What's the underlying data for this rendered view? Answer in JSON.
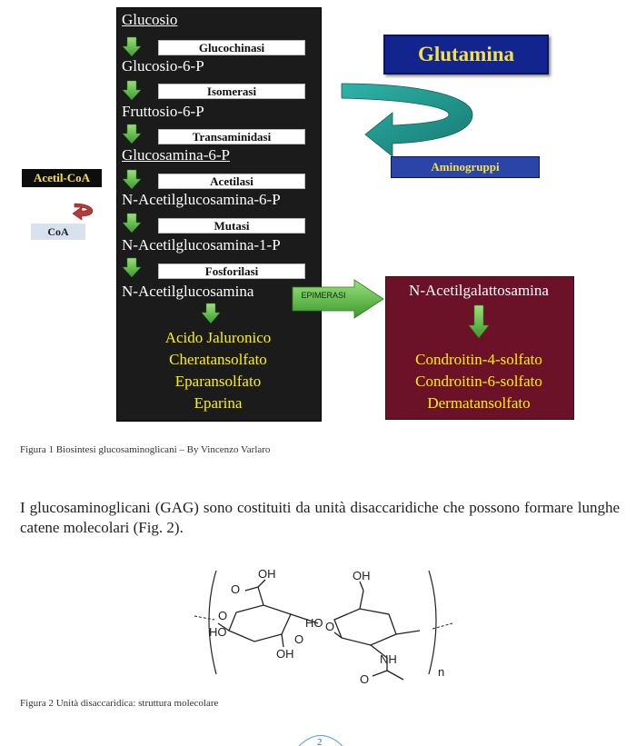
{
  "pathway": {
    "steps": [
      "Glucosio",
      "Glucosio-6-P",
      "Fruttosio-6-P",
      "Glucosamina-6-P",
      "N-Acetilglucosamina-6-P",
      "N-Acetilglucosamina-1-P",
      "N-Acetilglucosamina"
    ],
    "enzymes": [
      "Glucochinasi",
      "Isomerasi",
      "Transaminidasi",
      "Acetilasi",
      "Mutasi",
      "Fosforilasi"
    ],
    "products": [
      "Acido Jaluronico",
      "Cheratansolfato",
      "Eparansolfato",
      "Eparina"
    ]
  },
  "glutamina": {
    "label": "Glutamina",
    "sub_label": "Aminogruppi"
  },
  "cofactor": {
    "acetil": "Acetil-CoA",
    "coa": "CoA"
  },
  "epimerasi": "EPIMERASI",
  "galattosamina": {
    "title": "N-Acetilgalattosamina",
    "products": [
      "Condroitin-4-solfato",
      "Condroitin-6-solfato",
      "Dermatansolfato"
    ]
  },
  "figure1_caption": "Figura 1 Biosintesi glucosaminoglicani – By Vincenzo Varlaro",
  "paragraph": "I glucosaminoglicani (GAG) sono costituiti da unità disaccaridiche che possono formare lunghe catene molecolari (Fig. 2).",
  "molecule": {
    "labels": [
      "OH",
      "O",
      "O",
      "HO",
      "OH",
      "HO",
      "OH",
      "O",
      "NH",
      "O",
      "O",
      "n"
    ]
  },
  "figure2_caption": "Figura 2 Unità disaccaridica: struttura molecolare",
  "page_number": "2",
  "colors": {
    "panel": "#1b1b1b",
    "arrow_green": "#5fb84a",
    "maroon": "#6b1228",
    "blue": "#12258f",
    "yellow": "#fff200",
    "teal": "#1f8f86"
  }
}
